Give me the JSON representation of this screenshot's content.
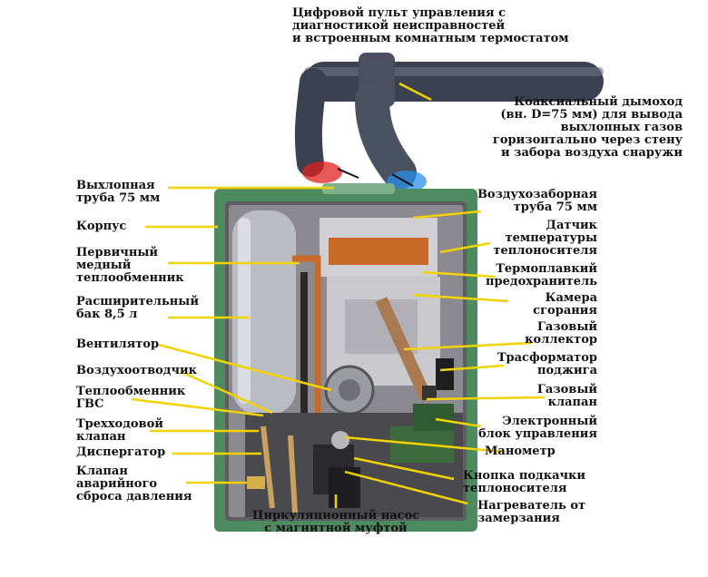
{
  "colors": {
    "housing": "#4e8a5f",
    "housing_light": "#7fb08c",
    "arrow": "#f2d200",
    "pipe": "#3b4150",
    "hot_exhaust": "#e0201e",
    "cold_intake": "#2a8fe8",
    "copper": "#c8692a",
    "tank": "#b9bcc2"
  },
  "labels": {
    "control_panel": "Цифровой пульт управления с\nдиагностикой неисправностей\nи встроенным комнатным термостатом",
    "coaxial_flue": "Коаксиальный дымоход\n(вн. D=75 мм) для вывода\nвыхлопных газов\nгоризонтально через стену\nи забора воздуха снаружи",
    "exhaust_pipe": "Выхлопная\nтруба 75 мм",
    "housing": "Корпус",
    "primary_exchanger": "Первичный\nмедный\nтеплообменник",
    "expansion_tank": "Расширительный\nбак 8,5 л",
    "fan": "Вентилятор",
    "air_vent": "Воздухоотводчик",
    "dhw_exchanger": "Теплообменник\nГВС",
    "three_way_valve": "Трехходовой\nклапан",
    "dispergator": "Диспергатор",
    "relief_valve": "Клапан\nаварийного\nсброса давления",
    "circulation_pump": "Циркуляционный насос\nс магнитной муфтой",
    "air_intake_pipe": "Воздухозаборная\nтруба 75 мм",
    "temp_sensor": "Датчик\nтемпературы\nтеплоносителя",
    "thermal_fuse": "Термоплавкий\nпредохранитель",
    "combustion_chamber": "Камера\nсгорания",
    "gas_manifold": "Газовый\nколлектор",
    "ignition_transformer": "Трасформатор\nподжига",
    "gas_valve": "Газовый\nклапан",
    "control_board": "Электронный\nблок управления",
    "manometer": "Манометр",
    "fill_button": "Кнопка подкачки\nтеплоносителя",
    "frost_heater": "Нагреватель от\nзамерзания"
  }
}
